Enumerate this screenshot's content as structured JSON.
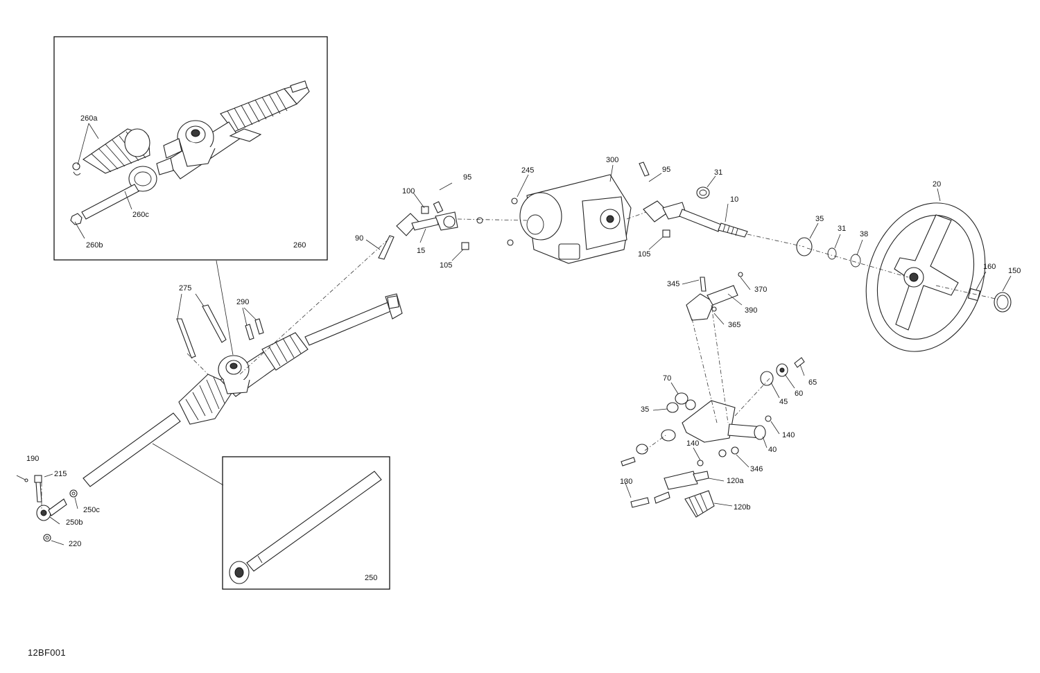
{
  "drawing_code": "12BF001",
  "inset_boxes": {
    "upper_left": "260",
    "lower": "250"
  },
  "callouts": {
    "c_260a": "260a",
    "c_260b": "260b",
    "c_260c": "260c",
    "c_275": "275",
    "c_290": "290",
    "c_190": "190",
    "c_215": "215",
    "c_250b": "250b",
    "c_250c": "250c",
    "c_220": "220",
    "c_100": "100",
    "c_95a": "95",
    "c_90": "90",
    "c_15": "15",
    "c_105a": "105",
    "c_245": "245",
    "c_300": "300",
    "c_95b": "95",
    "c_105b": "105",
    "c_31a": "31",
    "c_10": "10",
    "c_35a": "35",
    "c_31b": "31",
    "c_38": "38",
    "c_20": "20",
    "c_160": "160",
    "c_150": "150",
    "c_345": "345",
    "c_370": "370",
    "c_390": "390",
    "c_365": "365",
    "c_65": "65",
    "c_70": "70",
    "c_45": "45",
    "c_60": "60",
    "c_35b": "35",
    "c_140a": "140",
    "c_140b": "140",
    "c_40": "40",
    "c_346": "346",
    "c_130": "130",
    "c_120a": "120a",
    "c_120b": "120b"
  }
}
